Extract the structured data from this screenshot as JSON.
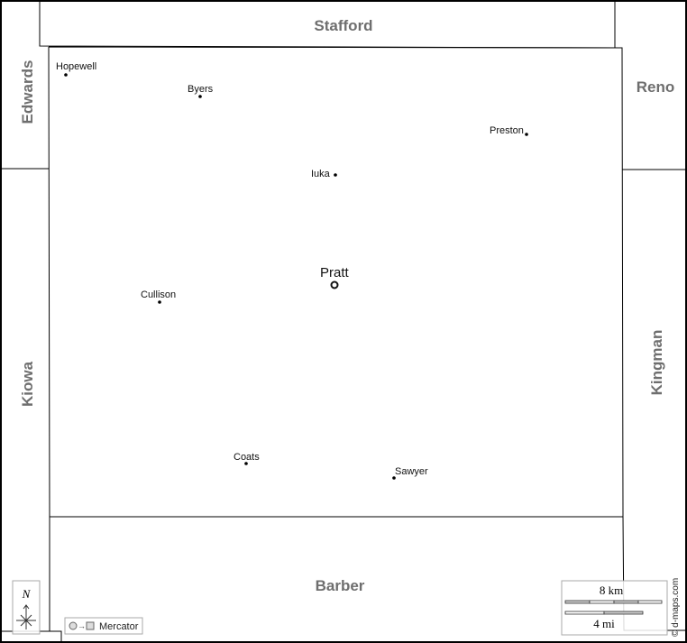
{
  "map": {
    "focus_county": "Pratt",
    "neighbors": {
      "north": "Stafford",
      "northwest": "Edwards",
      "northeast": "Reno",
      "west": "Kiowa",
      "east": "Kingman",
      "south": "Barber"
    },
    "county_seat": {
      "name": "Pratt",
      "icon": "circle-seat-icon"
    },
    "towns": [
      "Hopewell",
      "Byers",
      "Preston",
      "Iuka",
      "Cullison",
      "Coats",
      "Sawyer"
    ],
    "compass": {
      "label": "N"
    },
    "scale": {
      "km": "8 km",
      "mi": "4 mi"
    },
    "projection": {
      "label": "Mercator"
    },
    "credit": "© d-maps.com",
    "colors": {
      "border": "#000000",
      "label": "#6e6e6e"
    }
  }
}
